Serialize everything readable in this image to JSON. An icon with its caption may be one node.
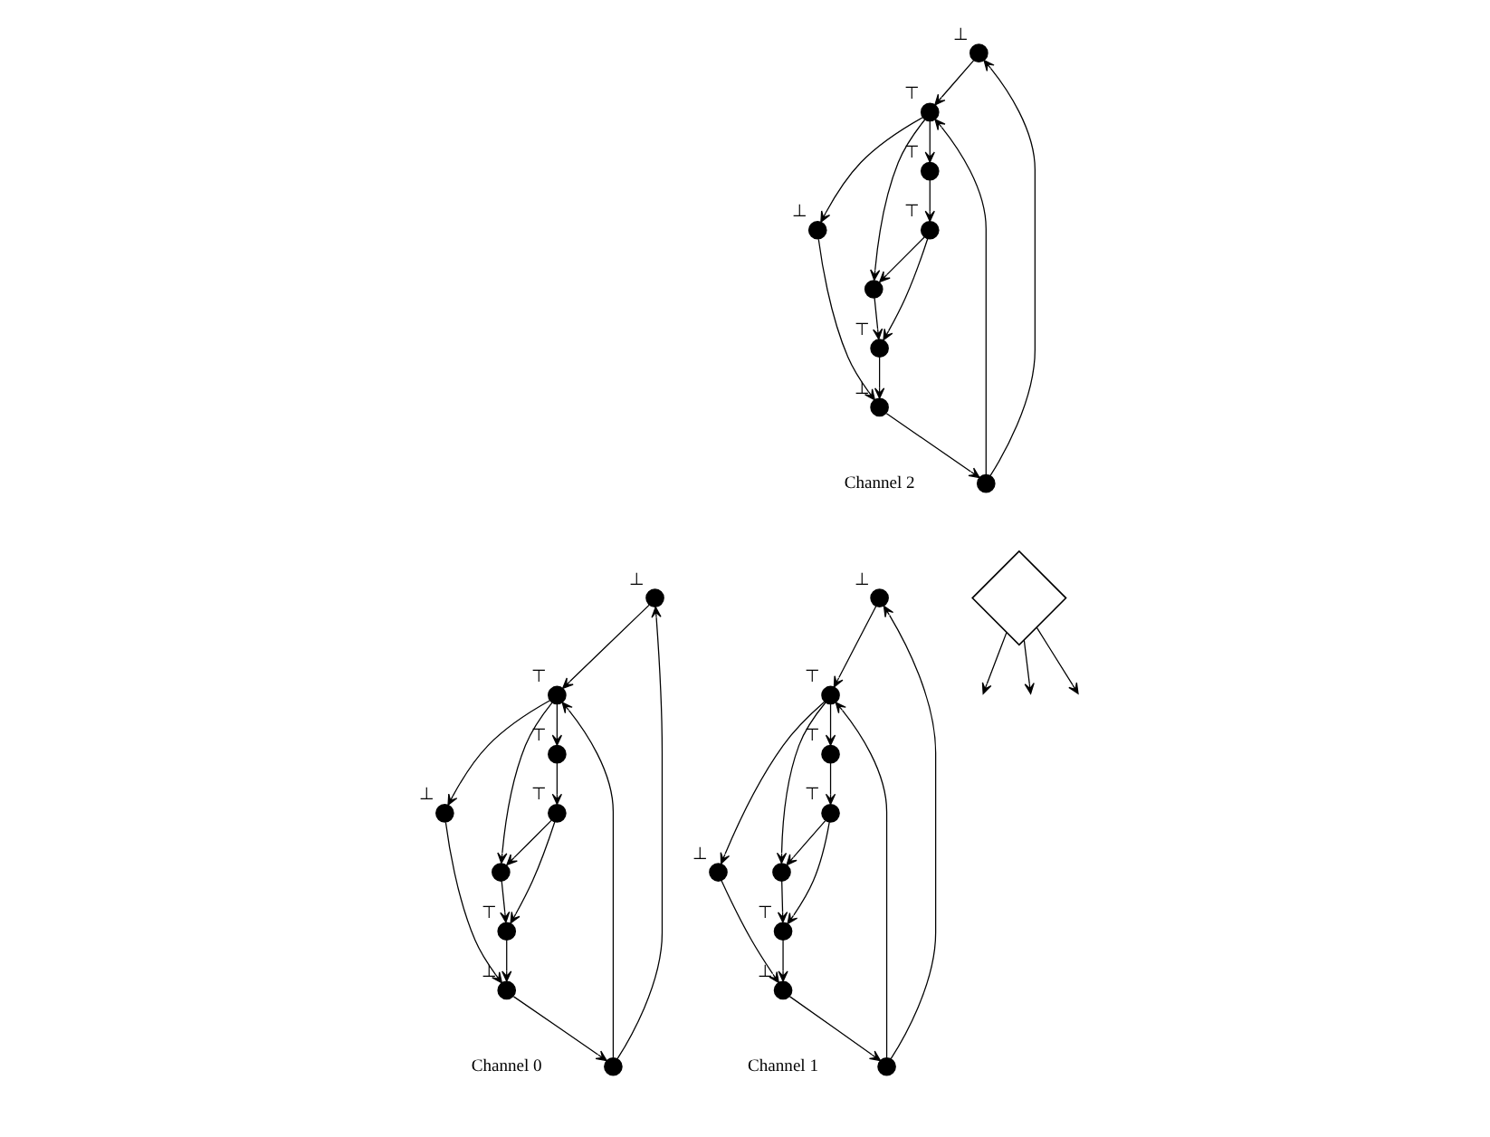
{
  "diagram": {
    "nodes": [
      {
        "text": [],
        "shape": "circle",
        "beside": [
          "⊥"
        ]
      },
      {
        "text": [],
        "shape": "circle",
        "beside": [
          "⊤"
        ]
      },
      {
        "text": [],
        "shape": "circle",
        "beside": [
          "⊤"
        ]
      },
      {
        "text": [],
        "shape": "circle"
      },
      {
        "text": [],
        "shape": "circle"
      },
      {
        "text": [],
        "shape": "circle",
        "beside": [
          "⊥"
        ]
      },
      {
        "text": [],
        "shape": "circle",
        "beside": [
          "⊤"
        ]
      },
      {
        "text": [],
        "shape": "circle",
        "beside": [
          "⊥"
        ]
      },
      {
        "text": [],
        "shape": "circle",
        "beside": [
          "⊤"
        ]
      },
      {
        "text": [],
        "shape": "circle",
        "beside": [
          "⊥"
        ]
      },
      {
        "text": [],
        "shape": "circle",
        "beside": [
          "⊤"
        ]
      },
      {
        "text": [],
        "shape": "circle",
        "beside": [
          "⊤"
        ]
      },
      {
        "text": [],
        "shape": "circle"
      },
      {
        "text": [],
        "shape": "circle"
      },
      {
        "text": [],
        "shape": "circle",
        "beside": [
          "⊥"
        ]
      },
      {
        "text": [],
        "shape": "circle",
        "beside": [
          "⊤"
        ]
      },
      {
        "text": [],
        "shape": "circle",
        "beside": [
          "⊥"
        ]
      },
      {
        "text": [],
        "shape": "circle",
        "beside": [
          "⊤"
        ]
      },
      {
        "text": [],
        "shape": "diamond"
      },
      {
        "text": [],
        "shape": "circle",
        "beside": [
          "⊥"
        ]
      },
      {
        "text": [],
        "shape": "circle",
        "beside": [
          "⊤"
        ]
      },
      {
        "text": [],
        "shape": "circle",
        "beside": [
          "⊤"
        ]
      },
      {
        "text": [],
        "shape": "circle"
      },
      {
        "text": [],
        "shape": "circle"
      },
      {
        "text": [],
        "shape": "circle",
        "beside": [
          "⊥"
        ]
      },
      {
        "text": [],
        "shape": "circle",
        "beside": [
          "⊤"
        ]
      },
      {
        "text": [],
        "shape": "circle",
        "beside": [
          "⊥"
        ]
      },
      {
        "text": [],
        "shape": "circle",
        "beside": [
          "⊤"
        ]
      }
    ],
    "edges": [
      {
        "from": 0,
        "to": 1,
        "arrow": "to"
      },
      {
        "from": 1,
        "to": 2,
        "arrow": "to"
      },
      {
        "from": 3,
        "to": 0,
        "arrow": "to"
      },
      {
        "from": 3,
        "to": 1,
        "arrow": "to"
      },
      {
        "from": 1,
        "to": 5,
        "arrow": "to"
      },
      {
        "from": 1,
        "to": 4,
        "arrow": "to"
      },
      {
        "from": 2,
        "to": 6,
        "arrow": "to"
      },
      {
        "from": 6,
        "to": 4,
        "arrow": "to"
      },
      {
        "from": 4,
        "to": 8,
        "arrow": "to"
      },
      {
        "from": 6,
        "to": 8,
        "arrow": "to"
      },
      {
        "from": 5,
        "to": 7,
        "arrow": "to"
      },
      {
        "from": 8,
        "to": 7,
        "arrow": "to"
      },
      {
        "from": 7,
        "to": 3,
        "arrow": "to"
      },
      {
        "from": 9,
        "to": 10,
        "arrow": "to"
      },
      {
        "from": 10,
        "to": 11,
        "arrow": "to"
      },
      {
        "from": 12,
        "to": 9,
        "arrow": "to"
      },
      {
        "from": 12,
        "to": 10,
        "arrow": "to"
      },
      {
        "from": 10,
        "to": 14,
        "arrow": "to"
      },
      {
        "from": 10,
        "to": 13,
        "arrow": "to"
      },
      {
        "from": 11,
        "to": 15,
        "arrow": "to"
      },
      {
        "from": 15,
        "to": 13,
        "arrow": "to"
      },
      {
        "from": 13,
        "to": 17,
        "arrow": "to"
      },
      {
        "from": 15,
        "to": 17,
        "arrow": "to"
      },
      {
        "from": 14,
        "to": 16,
        "arrow": "to"
      },
      {
        "from": 17,
        "to": 16,
        "arrow": "to"
      },
      {
        "from": 16,
        "to": 12,
        "arrow": "to"
      },
      {
        "from": 18,
        "to": null,
        "arrow": "to"
      },
      {
        "from": 18,
        "to": null,
        "arrow": "to"
      },
      {
        "from": 18,
        "to": null,
        "arrow": "to"
      },
      {
        "from": 19,
        "to": 20,
        "arrow": "to"
      },
      {
        "from": 20,
        "to": 21,
        "arrow": "to"
      },
      {
        "from": 22,
        "to": 19,
        "arrow": "to"
      },
      {
        "from": 22,
        "to": 20,
        "arrow": "to"
      },
      {
        "from": 20,
        "to": 24,
        "arrow": "to"
      },
      {
        "from": 20,
        "to": 23,
        "arrow": "to"
      },
      {
        "from": 21,
        "to": 25,
        "arrow": "to"
      },
      {
        "from": 25,
        "to": 23,
        "arrow": "to"
      },
      {
        "from": 23,
        "to": 27,
        "arrow": "to"
      },
      {
        "from": 25,
        "to": 27,
        "arrow": "to"
      },
      {
        "from": 24,
        "to": 26,
        "arrow": "to"
      },
      {
        "from": 27,
        "to": 26,
        "arrow": "to"
      },
      {
        "from": 26,
        "to": 22,
        "arrow": "to"
      }
    ],
    "labels": [
      "Channel 2",
      "Channel 0",
      "Channel 1"
    ]
  }
}
